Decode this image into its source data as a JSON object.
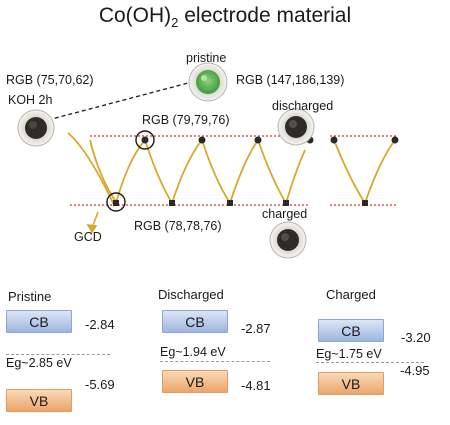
{
  "title_main": "Co(OH)",
  "title_sub": "2",
  "title_rest": " electrode material",
  "labels": {
    "rgb_initial": "RGB (75,70,62)",
    "koh": "KOH 2h",
    "pristine": "pristine",
    "rgb_pristine": "RGB (147,186,139)",
    "discharged": "discharged",
    "rgb_discharged": "RGB (79,79,76)",
    "charged": "charged",
    "gcd": "GCD",
    "rgb_charged": "RGB (78,78,76)"
  },
  "panels": [
    {
      "title": "Pristine",
      "cb_label": "CB",
      "cb_value": "-2.84",
      "eg": "Eg~2.85 eV",
      "vb_label": "VB",
      "vb_value": "-5.69"
    },
    {
      "title": "Discharged",
      "cb_label": "CB",
      "cb_value": "-2.87",
      "eg": "Eg~1.94 eV",
      "vb_label": "VB",
      "vb_value": "-4.81"
    },
    {
      "title": "Charged",
      "cb_label": "CB",
      "cb_value": "-3.20",
      "eg": "Eg~1.75 eV",
      "vb_label": "VB",
      "vb_value": "-4.95"
    }
  ],
  "colors": {
    "cycle_line": "#d9a72a",
    "envelope": "#d9332b",
    "pristine_green": "#66b85c",
    "sample_dark": "#2f2b27",
    "cb_blue": "#9fb5df",
    "vb_orange": "#eca56a"
  }
}
